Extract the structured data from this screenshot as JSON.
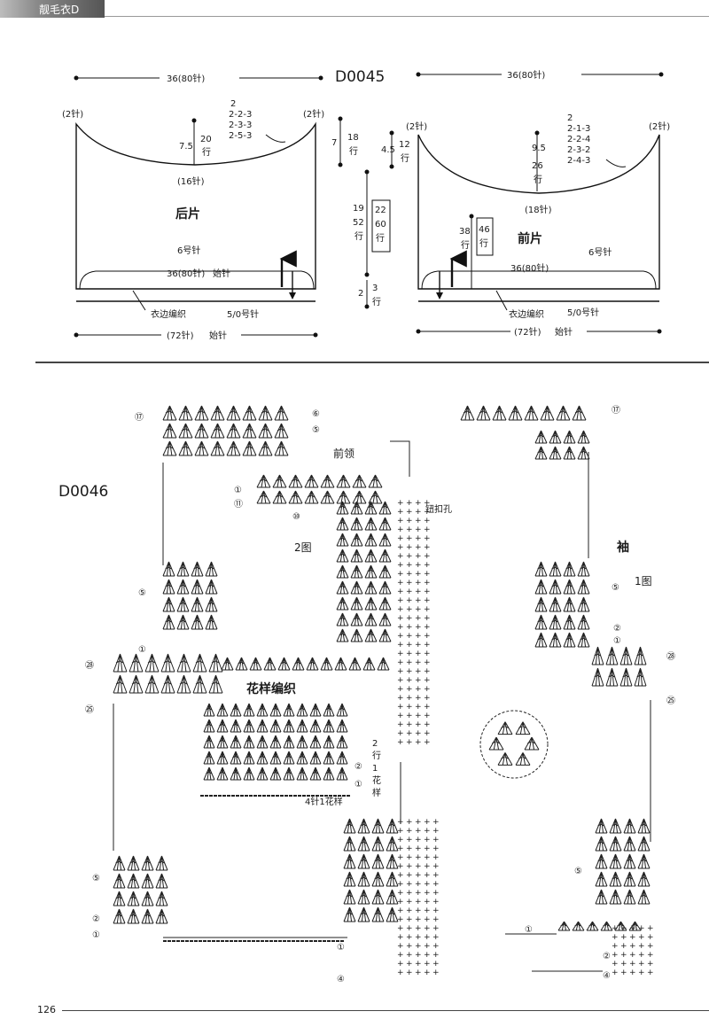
{
  "header": {
    "title": "靓毛衣D"
  },
  "page_number": "126",
  "d0045": {
    "code": "D0045",
    "back": {
      "width_top": "36(80针)",
      "corner_left": "(2针)",
      "corner_right": "(2针)",
      "neck_height": "7.5",
      "neck_rows": [
        "20",
        "行"
      ],
      "neck_decrease": [
        "2",
        "2-2-3",
        "2-3-3",
        "2-5-3"
      ],
      "neck_bottom": "(16针)",
      "label": "后片",
      "needle": "6号针",
      "cast_on": "36(80针)",
      "cast_on_suffix": "始针",
      "edge": "衣边编织",
      "edge_needle": "5/0号针",
      "bottom": "(72针)",
      "bottom_suffix": "始针"
    },
    "middle": {
      "shoulder_cm": "7",
      "shoulder_rows": [
        "18",
        "行"
      ],
      "body_cm": [
        "19",
        "52",
        "行"
      ],
      "body_rows_box": [
        "22",
        "60",
        "行"
      ],
      "hem_cm": "2",
      "hem_rows": [
        "3",
        "行"
      ]
    },
    "front": {
      "width_top": "36(80针)",
      "corner_left": "(2针)",
      "corner_right": "(2针)",
      "shoulder_cm": "4.5",
      "shoulder_rows": [
        "12",
        "行"
      ],
      "neck_height": "9.5",
      "neck_rows": [
        "26",
        "行"
      ],
      "neck_decrease": [
        "2",
        "2-1-3",
        "2-2-4",
        "2-3-2",
        "2-4-3"
      ],
      "neck_bottom": "(18针)",
      "arm_cm": [
        "38",
        "行"
      ],
      "arm_rows_box": [
        "46",
        "行"
      ],
      "label": "前片",
      "needle": "6号针",
      "cast_on": "36(80针)",
      "edge": "衣边编织",
      "edge_needle": "5/0号针",
      "bottom": "(72针)",
      "bottom_suffix": "始针"
    }
  },
  "d0046": {
    "code": "D0046",
    "front_neck": "前领",
    "buttonhole": "钮扣孔",
    "figure2": "2图",
    "sleeve": "袖",
    "figure1": "1图",
    "pattern_title": "花样编织",
    "pattern_repeat": "4针1花样",
    "pattern_rows": [
      "2",
      "行",
      "1",
      "花",
      "样"
    ],
    "row_markers": {
      "r17": "⑰",
      "r6": "⑥",
      "r5": "⑤",
      "r1": "①",
      "r11": "⑪",
      "r10": "⑩",
      "r28": "㉘",
      "r25": "㉕",
      "r2": "②",
      "r4": "④"
    }
  }
}
